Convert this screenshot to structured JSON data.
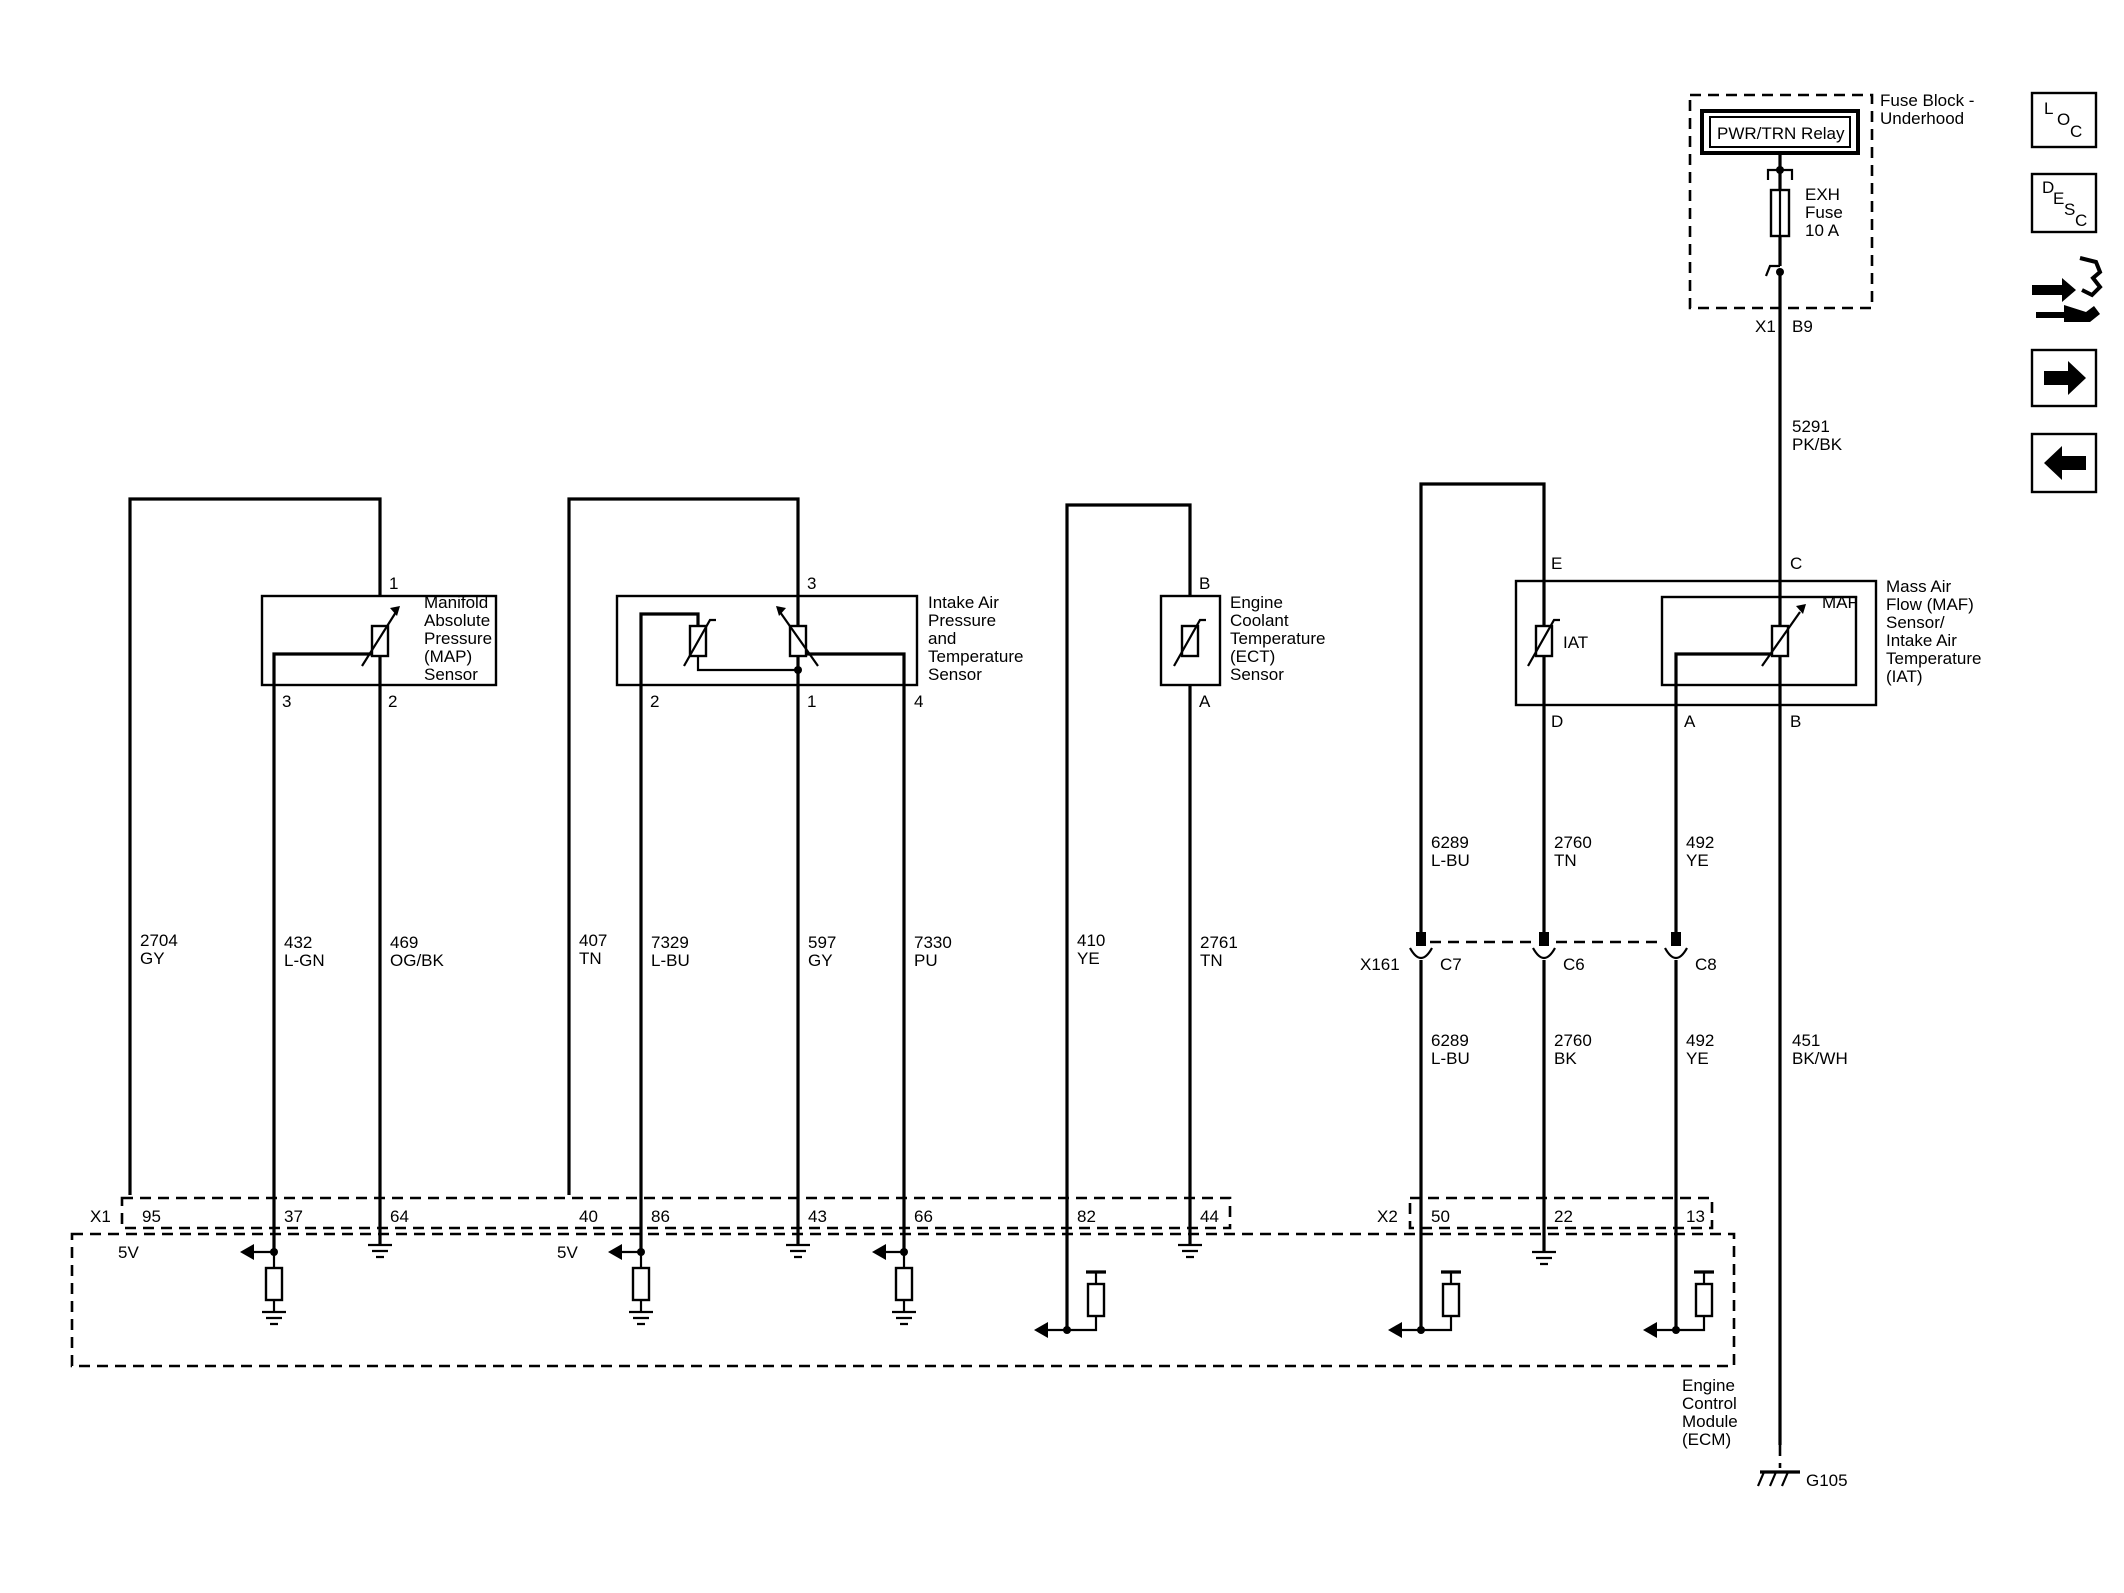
{
  "nav": {
    "loc": {
      "a": "L",
      "b": "O",
      "c": "C"
    },
    "desc": {
      "a": "D",
      "b": "E",
      "c": "S",
      "d": "C"
    }
  },
  "fuse_block": {
    "title1": "Fuse Block -",
    "title2": "Underhood",
    "relay": "PWR/TRN Relay",
    "fuse1": "EXH",
    "fuse2": "Fuse",
    "fuse3": "10 A",
    "conn": "X1",
    "pin": "B9"
  },
  "map_sensor": {
    "name": [
      "Manifold",
      "Absolute",
      "Pressure",
      "(MAP)",
      "Sensor"
    ],
    "pins": {
      "top": "1",
      "left": "3",
      "right": "2"
    }
  },
  "iapt_sensor": {
    "name": [
      "Intake Air",
      "Pressure",
      "and",
      "Temperature",
      "Sensor"
    ],
    "pins": {
      "top": "3",
      "left": "2",
      "mid": "1",
      "right": "4"
    }
  },
  "ect_sensor": {
    "name": [
      "Engine",
      "Coolant",
      "Temperature",
      "(ECT)",
      "Sensor"
    ],
    "pins": {
      "top": "B",
      "bottom": "A"
    }
  },
  "maf_sensor": {
    "name": [
      "Mass Air",
      "Flow (MAF)",
      "Sensor/",
      "Intake Air",
      "Temperature",
      "(IAT)"
    ],
    "iat": "IAT",
    "maf": "MAF",
    "pins": {
      "e": "E",
      "c": "C",
      "d": "D",
      "a": "A",
      "b": "B"
    }
  },
  "wires": [
    {
      "id": "w1",
      "num": "2704",
      "color": "GY"
    },
    {
      "id": "w2",
      "num": "432",
      "color": "L-GN"
    },
    {
      "id": "w3",
      "num": "469",
      "color": "OG/BK"
    },
    {
      "id": "w4",
      "num": "407",
      "color": "TN"
    },
    {
      "id": "w5",
      "num": "7329",
      "color": "L-BU"
    },
    {
      "id": "w6",
      "num": "597",
      "color": "GY"
    },
    {
      "id": "w7",
      "num": "7330",
      "color": "PU"
    },
    {
      "id": "w8",
      "num": "410",
      "color": "YE"
    },
    {
      "id": "w9",
      "num": "2761",
      "color": "TN"
    },
    {
      "id": "w10",
      "num": "6289",
      "color": "L-BU"
    },
    {
      "id": "w11",
      "num": "2760",
      "color": "TN"
    },
    {
      "id": "w12",
      "num": "492",
      "color": "YE"
    },
    {
      "id": "w13",
      "num": "6289",
      "color": "L-BU"
    },
    {
      "id": "w14",
      "num": "2760",
      "color": "BK"
    },
    {
      "id": "w15",
      "num": "492",
      "color": "YE"
    },
    {
      "id": "w16",
      "num": "5291",
      "color": "PK/BK"
    },
    {
      "id": "w17",
      "num": "451",
      "color": "BK/WH"
    }
  ],
  "inline_conn": {
    "name": "X161",
    "pins": [
      "C7",
      "C6",
      "C8"
    ]
  },
  "ecm": {
    "x1": "X1",
    "x1_pins": [
      "95",
      "37",
      "64",
      "40",
      "86",
      "43",
      "66",
      "82",
      "44"
    ],
    "x2": "X2",
    "x2_pins": [
      "50",
      "22",
      "13"
    ],
    "v5": "5V",
    "name": [
      "Engine",
      "Control",
      "Module",
      "(ECM)"
    ]
  },
  "ground": "G105"
}
